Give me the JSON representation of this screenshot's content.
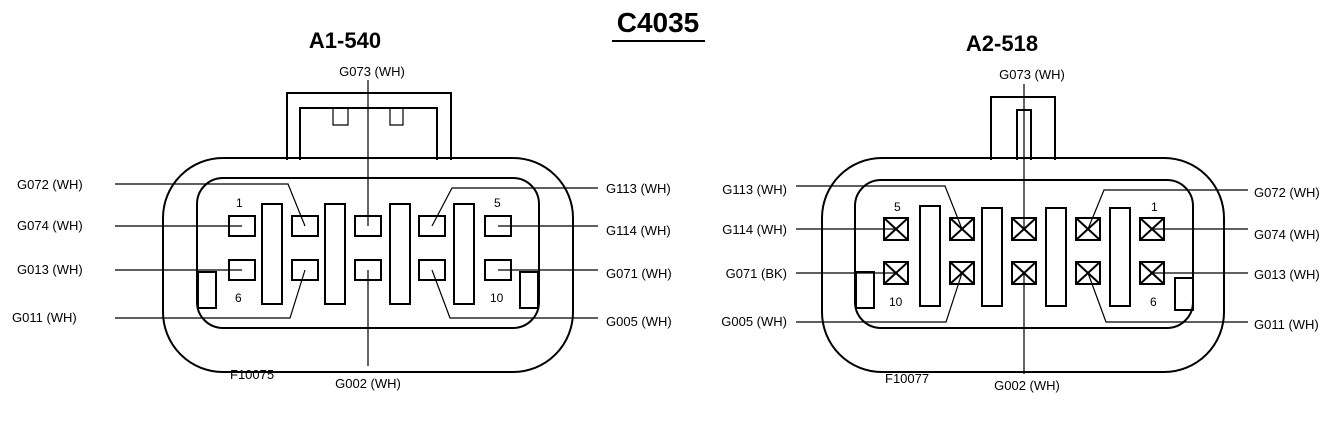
{
  "title": "C4035",
  "connectors": [
    {
      "name": "A1-540",
      "figure_id": "F10075",
      "wires": {
        "top": "G073 (WH)",
        "bottom": "G002 (WH)",
        "left": [
          "G072 (WH)",
          "G074 (WH)",
          "G013 (WH)",
          "G011 (WH)"
        ],
        "right": [
          "G113 (WH)",
          "G114 (WH)",
          "G071 (WH)",
          "G005 (WH)"
        ]
      },
      "pin_numbers": [
        "1",
        "5",
        "6",
        "10"
      ]
    },
    {
      "name": "A2-518",
      "figure_id": "F10077",
      "wires": {
        "top": "G073 (WH)",
        "bottom": "G002 (WH)",
        "left": [
          "G113 (WH)",
          "G114 (WH)",
          "G071 (BK)",
          "G005 (WH)"
        ],
        "right": [
          "G072 (WH)",
          "G074 (WH)",
          "G013 (WH)",
          "G011 (WH)"
        ]
      },
      "pin_numbers": [
        "5",
        "1",
        "10",
        "6"
      ]
    }
  ]
}
